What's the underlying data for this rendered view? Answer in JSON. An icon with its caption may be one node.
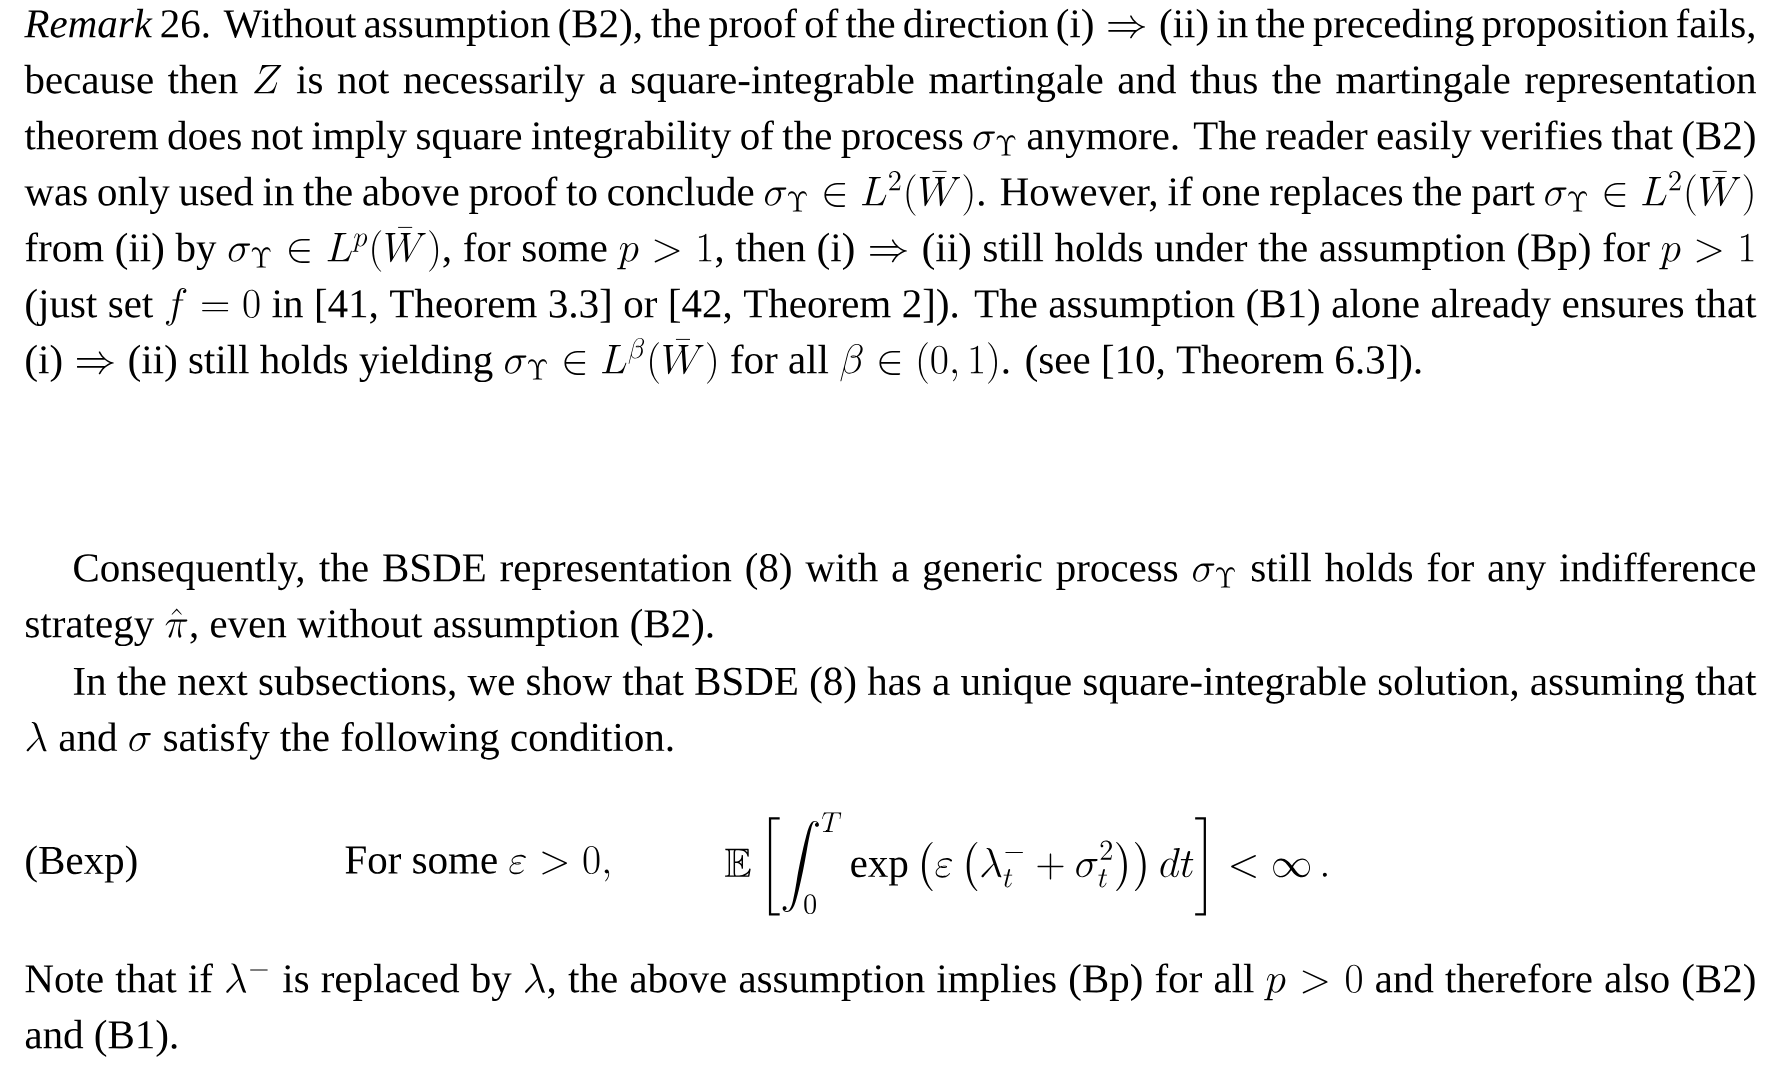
{
  "diagram": {
    "labels": [
      "*Remark* 26. Without assumption (B2), the proof of the direction",
      "\\text{(i)}\\Rightarrow\\text{(ii)}",
      "in the preceding proposition fails, because then",
      "Z",
      "is not necessarily a square-integrable martingale and thus the martingale representation theorem does not imply square integrability of the process",
      "\\sigma_\\Upsilon",
      "anymore. The reader easily verifies that (B2) was only used in the above proof to conclude",
      "\\sigma_\\Upsilon \\in L^2(\\bar{W})",
      ". However, if one replaces the part",
      "\\sigma_\\Upsilon \\in L^2(\\bar{W})",
      "from (ii) by",
      "\\sigma_\\Upsilon \\in L^p(\\bar{W})",
      ", for some",
      "p > 1",
      ", then",
      "\\text{(i)}\\Rightarrow\\text{(ii)}",
      "still holds under the assumption (Bp) for",
      "p > 1",
      "(just set",
      "f = 0",
      "in [41, Theorem 3.3] or [42, Theorem 2]). The assumption (B1) alone already ensures that",
      "\\text{(i)}\\Rightarrow\\text{(ii)}",
      "still holds yielding",
      "\\sigma_\\Upsilon \\in L^\\beta(\\bar{W})",
      "for all",
      "\\beta \\in (0,1)",
      ". (see [10, Theorem 6.3]).",
      "Consequently, the BSDE representation (8) with a generic process",
      "\\sigma_\\Upsilon",
      "still holds for any indifference strategy",
      "\\hat{\\pi}",
      ", even without assumption (B2).",
      "In the next subsections, we show that BSDE (8) has a unique square-integrable solution, assuming that",
      "\\lambda",
      "and",
      "\\sigma",
      "satisfy the following condition.",
      "(Bexp)",
      "For some",
      "\\varepsilon > 0,",
      "\\mathbb{E}\\left[\\int_0^T \\exp\\left(\\varepsilon\\left(\\lambda_t^- + \\sigma_t^2\\right)\\right) dt\\right] < \\infty\\,.",
      "Note that if",
      "\\lambda^-",
      "is replaced by",
      "\\lambda",
      ", the above assumption implies (Bp) for all",
      "p > 0",
      "and therefore also (B2) and (B1)."
    ]
  }
}
